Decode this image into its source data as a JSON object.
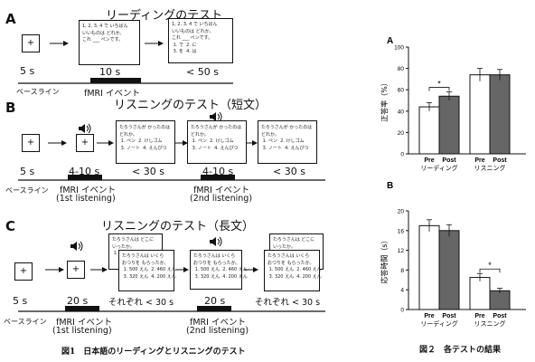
{
  "fig1": {
    "caption": "図1　日本語のリーディングとリスニングのテスト",
    "panelA": {
      "letter": "A",
      "title": "リーディングのテスト",
      "times": [
        "5 s",
        "10 s",
        "< 50 s"
      ],
      "baseline_label": "ベースライン",
      "event_label": "fMRI イベント",
      "question_text": "1, 2, 3, 4 で いちばん\nいいものは どれか。\nこれ ___ ぺンです。",
      "answer_text": "1, 2, 3, 4 で いちばん\nいいものは どれか。\nこれ ___ ぺンです。\n 1. で  2. に\n 3. を  4. は"
    },
    "panelB": {
      "letter": "B",
      "title": "リスニングのテスト（短文）",
      "times": [
        "5 s",
        "4-10 s",
        "< 30 s",
        "4-10 s",
        "< 30 s"
      ],
      "baseline_label": "ベースライン",
      "event1_label": "fMRI イベント",
      "event1_sub": "(1st listening)",
      "event2_label": "fMRI イベント",
      "event2_sub": "(2nd listening)",
      "choice_text": "たろうさんが かったのは\nどれか。\n 1. ペン  2. けしゴム\n 3. ノート  4. えんぴつ"
    },
    "panelC": {
      "letter": "C",
      "title": "リスニングのテスト（長文）",
      "times": [
        "5 s",
        "20 s",
        "それぞれ < 30 s",
        "20 s",
        "それぞれ < 30 s"
      ],
      "baseline_label": "ベースライン",
      "event1_label": "fMRI イベント",
      "event1_sub": "(1st listening)",
      "event2_label": "fMRI イベント",
      "event2_sub": "(2nd listening)",
      "back_text": "たろうさんは どこに\nいったか。\n 1.",
      "front_text": "たろうさんは いくら\nおつりを もらったか。\n 1. 500 えん  2. 460 えん\n 3. 320 えん  4. 200 えん"
    }
  },
  "fig2": {
    "caption": "図２　各テストの結果",
    "chart_data": [
      {
        "type": "bar",
        "panel": "A",
        "ylabel": "正答率（%）",
        "ylim": [
          0,
          100
        ],
        "yticks": [
          0,
          20,
          40,
          60,
          80,
          100
        ],
        "categories": [
          "リーディング",
          "リスニング"
        ],
        "sub_labels": [
          "Pre",
          "Post"
        ],
        "series": [
          {
            "name": "Pre",
            "values": [
              44,
              74
            ],
            "errors": [
              4,
              6
            ],
            "color": "#ffffff"
          },
          {
            "name": "Post",
            "values": [
              54,
              74
            ],
            "errors": [
              4,
              5
            ],
            "color": "#666666"
          }
        ],
        "significance": [
          {
            "group": 0,
            "label": "*"
          }
        ]
      },
      {
        "type": "bar",
        "panel": "B",
        "ylabel": "応答時間（s）",
        "ylim": [
          0,
          20
        ],
        "yticks": [
          0,
          4,
          8,
          12,
          16,
          20
        ],
        "categories": [
          "リーディング",
          "リスニング"
        ],
        "sub_labels": [
          "Pre",
          "Post"
        ],
        "series": [
          {
            "name": "Pre",
            "values": [
              17,
              6.5
            ],
            "errors": [
              1.2,
              0.8
            ],
            "color": "#ffffff"
          },
          {
            "name": "Post",
            "values": [
              16,
              3.8
            ],
            "errors": [
              1.2,
              0.5
            ],
            "color": "#666666"
          }
        ],
        "significance": [
          {
            "group": 1,
            "label": "*"
          }
        ]
      }
    ]
  }
}
